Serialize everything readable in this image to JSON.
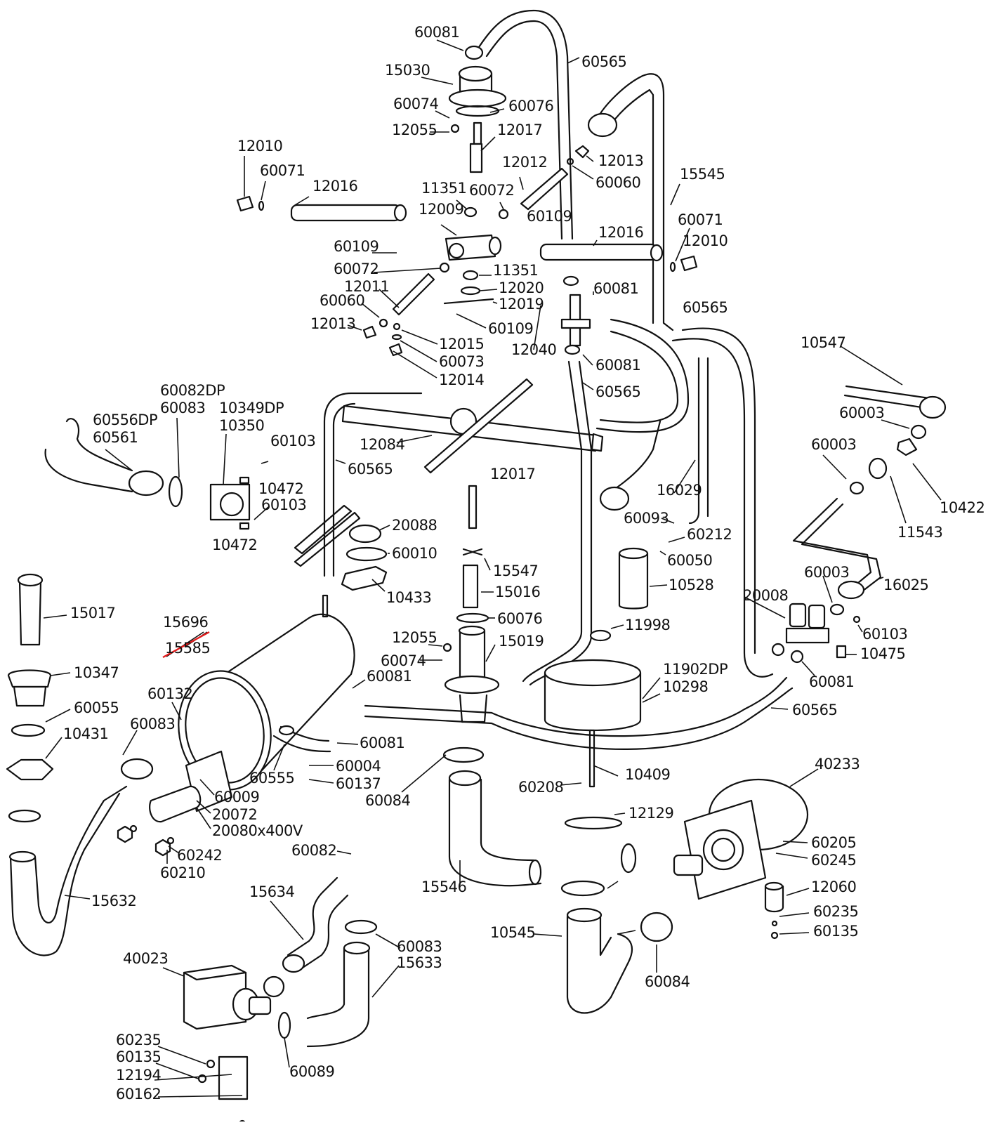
{
  "colors": {
    "ink": "#111111",
    "strike": "#e21b1b",
    "paper": "#ffffff"
  },
  "labels": {
    "n60081_a": "60081",
    "n60565_a": "60565",
    "n15030": "15030",
    "n60074_a": "60074",
    "n60076_a": "60076",
    "n12055_a": "12055",
    "n12017_a": "12017",
    "n12010_a": "12010",
    "n60071_a": "60071",
    "n12016_a": "12016",
    "n12012": "12012",
    "n12013_a": "12013",
    "n60060_a": "60060",
    "n15545": "15545",
    "n11351_a": "11351",
    "n60072_a": "60072",
    "n12009": "12009",
    "n60109_a": "60109",
    "n60071_b": "60071",
    "n12010_b": "12010",
    "n12016_b": "12016",
    "n60109_b": "60109",
    "n60072_b": "60072",
    "n11351_b": "11351",
    "n12011": "12011",
    "n12020": "12020",
    "n60081_b": "60081",
    "n60060_b": "60060",
    "n12019": "12019",
    "n60565_b": "60565",
    "n12013_b": "12013",
    "n60109_c": "60109",
    "n12040": "12040",
    "n12015": "12015",
    "n60081_c": "60081",
    "n10547": "10547",
    "n60073": "60073",
    "n12014": "12014",
    "n60565_c": "60565",
    "n60082DP": "60082DP",
    "n60083_a": "60083",
    "n10349DP": "10349DP",
    "n10350": "10350",
    "n60556DP": "60556DP",
    "n60561": "60561",
    "n60003_a": "60003",
    "n60103_a": "60103",
    "n12084": "12084",
    "n60003_b": "60003",
    "n10472_a": "10472",
    "n60565_d": "60565",
    "n10422": "10422",
    "n60103_b": "60103",
    "n12017_b": "12017",
    "n16029": "16029",
    "n11543": "11543",
    "n10472_b": "10472",
    "n60093": "60093",
    "n20088": "20088",
    "n60212": "60212",
    "n60010": "60010",
    "n60050": "60050",
    "n15547": "15547",
    "n60003_c": "60003",
    "n16025": "16025",
    "n10528": "10528",
    "n15017": "15017",
    "n10433": "10433",
    "n15016": "15016",
    "n20008": "20008",
    "n15696": "15696",
    "n60076_b": "60076",
    "n11998": "11998",
    "n60103_c": "60103",
    "n15585": "15585",
    "n12055_b": "12055",
    "n15019": "15019",
    "n10475": "10475",
    "n60074_b": "60074",
    "n11902DP": "11902DP",
    "n10347": "10347",
    "n10298": "10298",
    "n60081_d": "60081",
    "n60081_e": "60081",
    "n60132": "60132",
    "n60055": "60055",
    "n60565_e": "60565",
    "n60083_b": "60083",
    "n10431": "10431",
    "n60081_f": "60081",
    "n60004": "60004",
    "n60555": "60555",
    "n40233": "40233",
    "n60137": "60137",
    "n10409": "10409",
    "n60009": "60009",
    "n60084_a": "60084",
    "n60208": "60208",
    "n20072": "20072",
    "n12129": "12129",
    "n20080": "20080x400V",
    "n60205": "60205",
    "n60242": "60242",
    "n60245": "60245",
    "n60210": "60210",
    "n60082_b": "60082",
    "n12060": "12060",
    "n15634": "15634",
    "n15546": "15546",
    "n15632": "15632",
    "n60235_a": "60235",
    "n10545": "10545",
    "n60135_a": "60135",
    "n60083_c": "60083",
    "n15633": "15633",
    "n40023": "40023",
    "n60084_b": "60084",
    "n60235_b": "60235",
    "n60135_b": "60135",
    "n12194": "12194",
    "n60089": "60089",
    "n60162": "60162"
  }
}
